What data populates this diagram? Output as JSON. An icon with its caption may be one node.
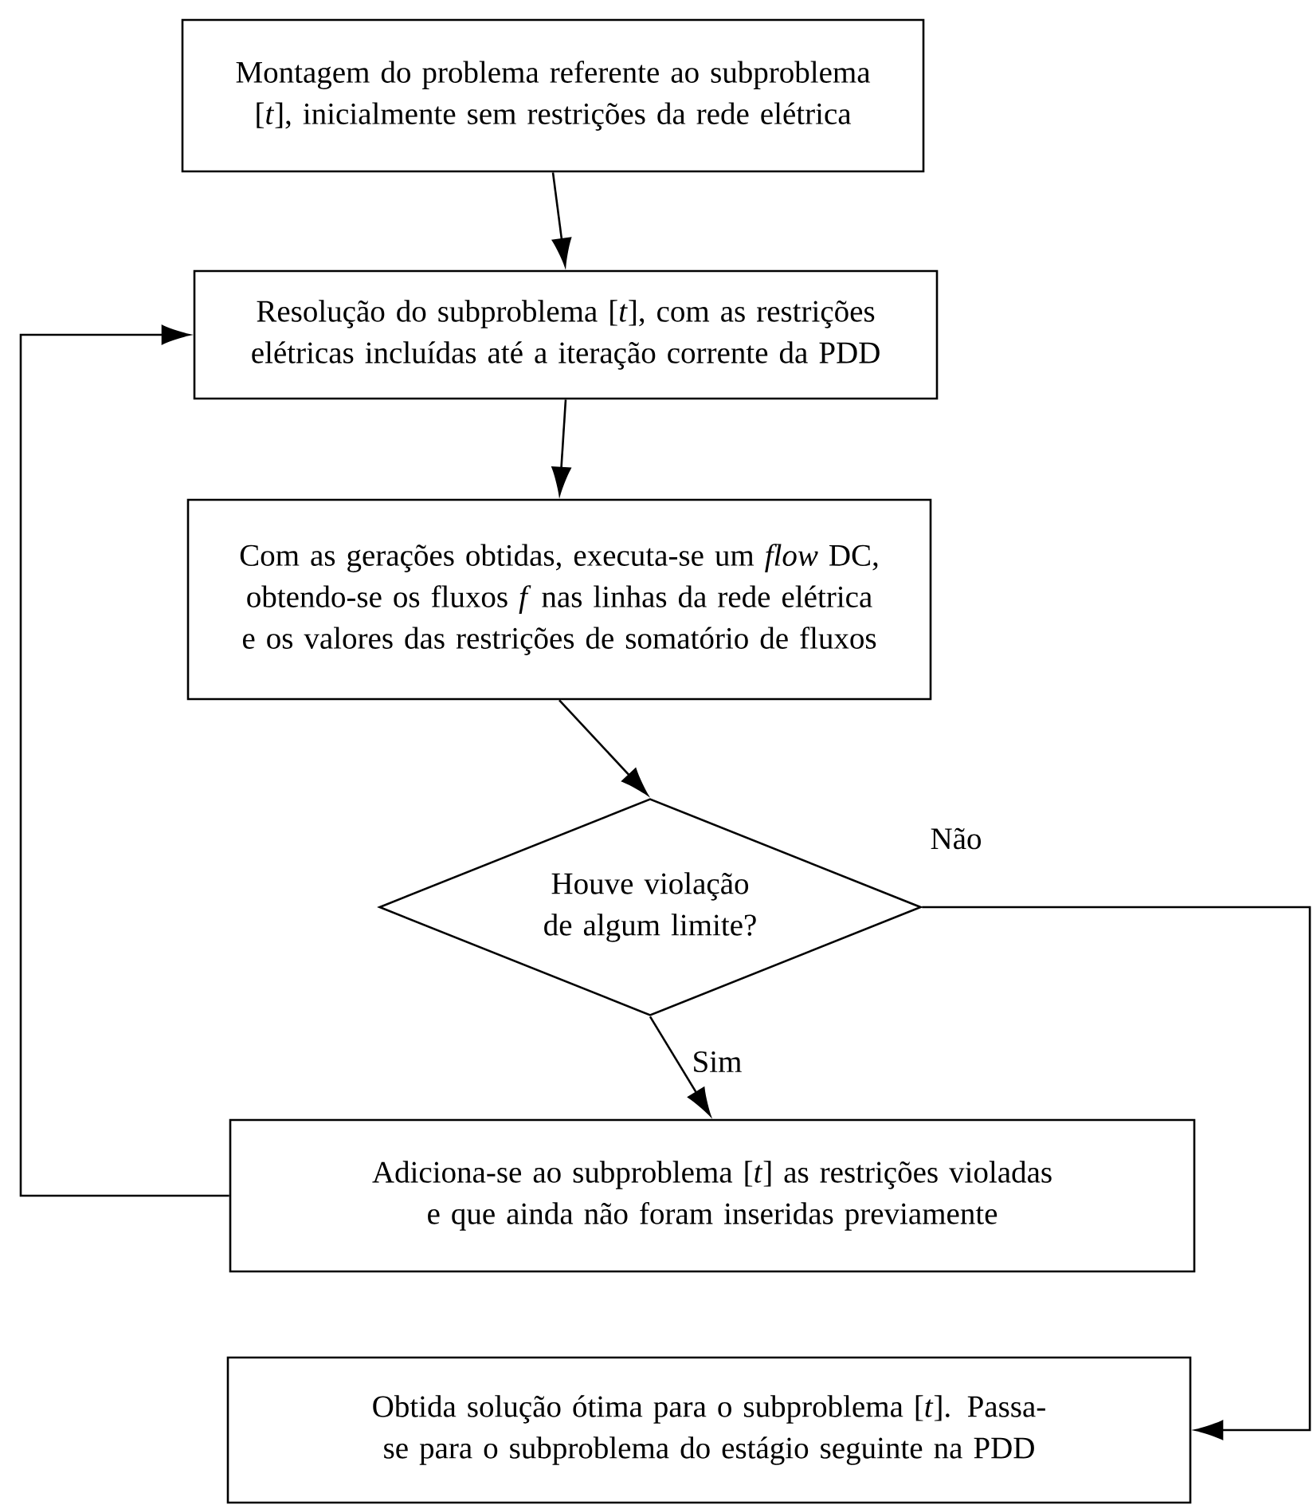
{
  "diagram": {
    "nodes": [
      {
        "text": [
          "Montagem do problema referente ao subproblema [*t*], inicialmente sem restrições da rede elétrica"
        ]
      },
      {
        "text": [
          "Resolução do subproblema [*t*], com as restrições elétricas incluídas até a iteração corrente da PDD"
        ]
      },
      {
        "text": [
          "Com as gerações obtidas, executa-se um *flow* DC, obtendo-se os fluxos *f* nas linhas da rede elétrica e os valores das restrições de somatório de fluxos"
        ]
      },
      {
        "text": [
          "Houve violação de algum limite?"
        ]
      },
      {
        "text": [
          "Adiciona-se ao subproblema [*t*] as restrições violadas e que ainda não foram inseridas previamente"
        ]
      },
      {
        "text": [
          "Obtida solução ótima para o subproblema [*t*]. Passa-se para o subproblema do estágio seguinte na PDD"
        ]
      }
    ],
    "edges": [
      {
        "from": 0,
        "to": 1,
        "arrow": "to"
      },
      {
        "from": 1,
        "to": 2,
        "arrow": "to"
      },
      {
        "from": 2,
        "to": 3,
        "arrow": "to"
      },
      {
        "from": 3,
        "to": 4,
        "arrow": "to",
        "label": "Sim"
      },
      {
        "from": 4,
        "to": 1,
        "arrow": "to"
      },
      {
        "from": 3,
        "to": 5,
        "arrow": "to",
        "label": "Não"
      }
    ]
  }
}
